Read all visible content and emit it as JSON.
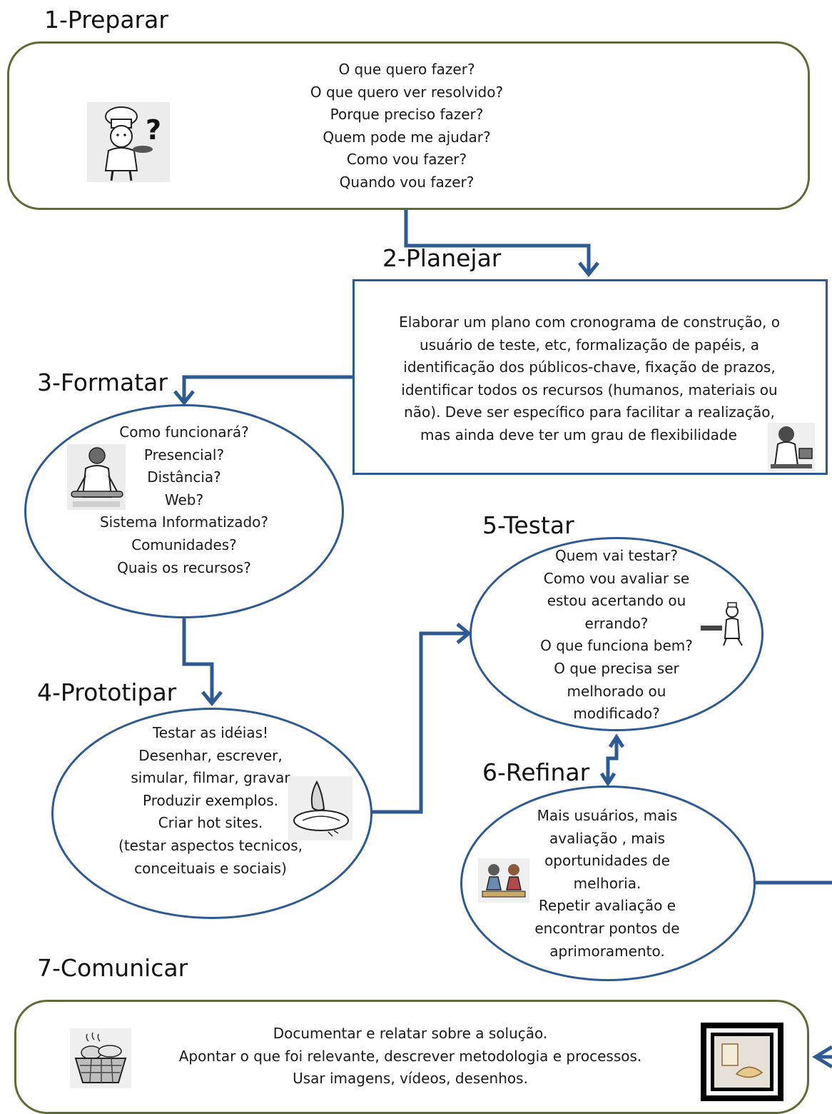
{
  "steps": [
    {
      "title": "1-Preparar",
      "lines": [
        "O que quero fazer?",
        "O que quero ver resolvido?",
        "Porque preciso fazer?",
        "Quem pode me ajudar?",
        "Como vou fazer?",
        "Quando vou fazer?"
      ],
      "icon": "chef-question-icon"
    },
    {
      "title": "2-Planejar",
      "lines": [
        "Elaborar um plano  com cronograma de construção, o",
        "usuário de teste, etc, formalização de papéis,  a",
        "identificação dos públicos-chave, fixação de prazos,",
        "identificar todos os recursos (humanos, materiais ou",
        "não).  Deve ser  específico para facilitar a realização,",
        "mas ainda deve ter um grau de flexibilidade"
      ],
      "icon": "cook-at-scale-icon"
    },
    {
      "title": "3-Formatar",
      "lines": [
        "Como funcionará?",
        "Presencial?",
        "Distância?",
        "Web?",
        "Sistema Informatizado?",
        "Comunidades?",
        "Quais os recursos?"
      ],
      "icon": "baker-rolling-dough-icon"
    },
    {
      "title": "4-Prototipar",
      "lines": [
        "Testar as idéias!",
        "Desenhar, escrever,",
        "simular, filmar, gravar",
        "Produzir exemplos.",
        "Criar hot sites.",
        "(testar aspectos tecnicos,",
        "conceituais e sociais)"
      ],
      "icon": "hand-kneading-bread-icon"
    },
    {
      "title": "5-Testar",
      "lines": [
        "Quem vai testar?",
        "Como vou avaliar se",
        "estou acertando ou",
        "errando?",
        "O que funciona bem?",
        "O que precisa ser",
        "melhorado ou",
        "modificado?"
      ],
      "icon": "chef-with-tray-icon"
    },
    {
      "title": "6-Refinar",
      "lines": [
        "Mais usuários, mais",
        "avaliação , mais",
        "oportunidades de",
        "melhoria.",
        "Repetir avaliação e",
        "encontrar pontos de",
        "aprimoramento."
      ],
      "icon": "children-baking-icon"
    },
    {
      "title": "7-Comunicar",
      "lines": [
        "Documentar e relatar sobre a solução.",
        "Apontar o que foi relevante, descrever metodologia e processos.",
        "Usar imagens, vídeos, desenhos."
      ],
      "icons": [
        "bread-basket-icon",
        "framed-pastry-icon"
      ]
    }
  ],
  "colors": {
    "connector": "#2e5a94",
    "ellipse_border": "#2e5a94",
    "rounded_box_border": "#5f6b36",
    "text": "#1a1a1a"
  }
}
